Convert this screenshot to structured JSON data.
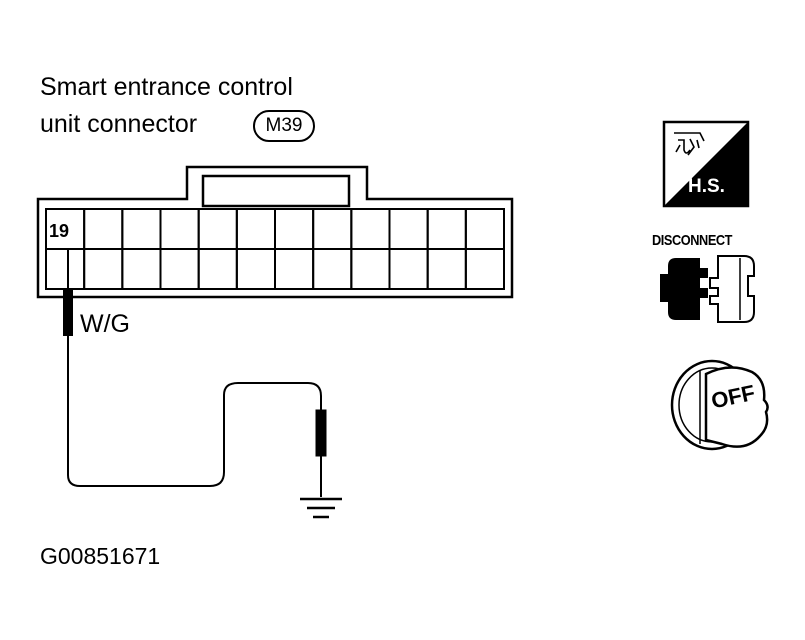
{
  "title": {
    "line1": "Smart entrance control",
    "line2": "unit connector",
    "connector_code": "M39"
  },
  "connector": {
    "pin_label": "19",
    "wire_color": "W/G",
    "rows": 2,
    "columns": 12
  },
  "icons": {
    "hs_label": "H.S.",
    "disconnect_label": "DISCONNECT",
    "ignition_label": "OFF",
    "hs_icon": "harness-side-icon",
    "disconnect_icon": "disconnect-connector-icon",
    "ignition_icon": "ignition-key-off-icon",
    "ground_icon": "ground-icon"
  },
  "figure_id": "G00851671"
}
